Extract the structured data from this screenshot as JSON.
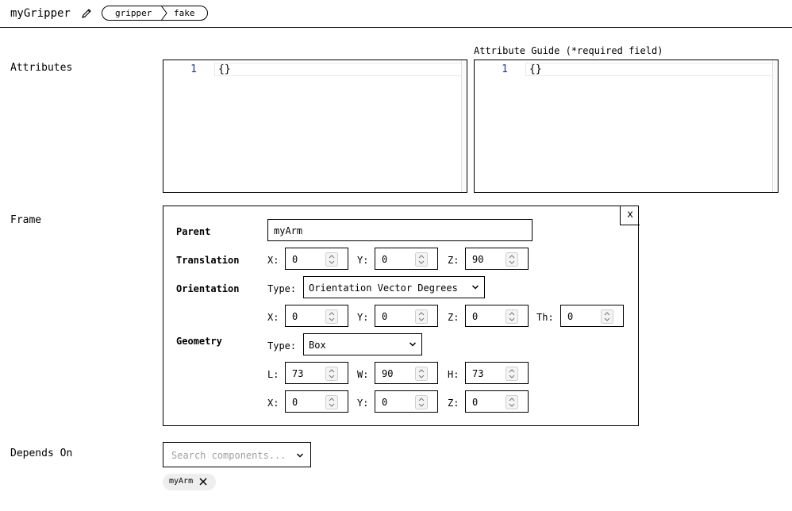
{
  "header": {
    "title": "myGripper",
    "breadcrumb": {
      "type": "gripper",
      "model": "fake"
    }
  },
  "attributes": {
    "label": "Attributes",
    "editor": {
      "line": "1",
      "content": "{}"
    }
  },
  "guide": {
    "label": "Attribute Guide (*required field)",
    "editor": {
      "line": "1",
      "content": "{}"
    }
  },
  "frame": {
    "label": "Frame",
    "close_label": "x",
    "parent": {
      "label": "Parent",
      "value": "myArm"
    },
    "translation": {
      "label": "Translation",
      "x_label": "X:",
      "x": "0",
      "y_label": "Y:",
      "y": "0",
      "z_label": "Z:",
      "z": "90"
    },
    "orientation": {
      "label": "Orientation",
      "type_label": "Type:",
      "type": "Orientation Vector Degrees",
      "x_label": "X:",
      "x": "0",
      "y_label": "Y:",
      "y": "0",
      "z_label": "Z:",
      "z": "0",
      "th_label": "Th:",
      "th": "0"
    },
    "geometry": {
      "label": "Geometry",
      "type_label": "Type:",
      "type": "Box",
      "l_label": "L:",
      "l": "73",
      "w_label": "W:",
      "w": "90",
      "h_label": "H:",
      "h": "73",
      "x_label": "X:",
      "x": "0",
      "y_label": "Y:",
      "y": "0",
      "z_label": "Z:",
      "z": "0"
    }
  },
  "depends_on": {
    "label": "Depends On",
    "search_placeholder": "Search components...",
    "chips": [
      "myArm"
    ]
  },
  "icons": {
    "edit": "pencil-icon",
    "spinner": "up-down-spinner-icon",
    "dropdown": "chevron-down-icon",
    "remove": "x-icon"
  },
  "colors": {
    "line_number": "#1f3a93",
    "placeholder": "#a0a0a0",
    "chip_bg": "#eeeeee"
  }
}
